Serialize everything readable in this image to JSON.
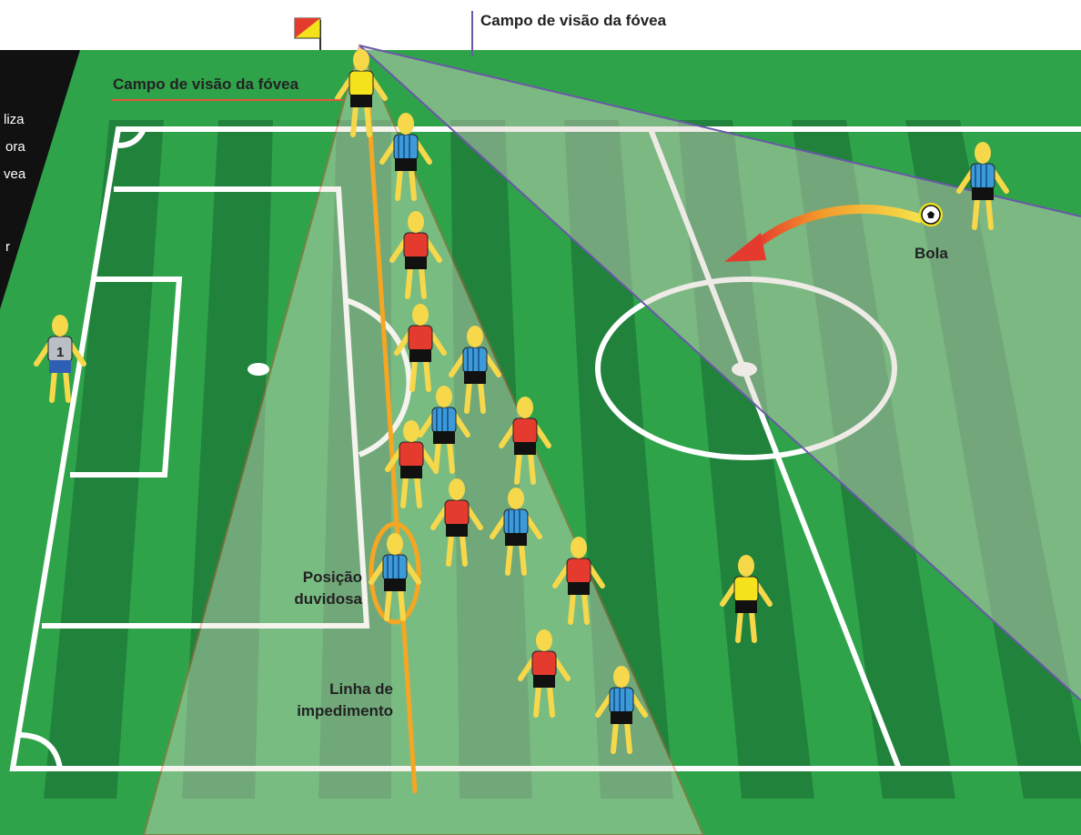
{
  "labels": {
    "top_fovea": "Campo de visão da fóvea",
    "left_fovea": "Campo de visão da fóvea",
    "ball": "Bola",
    "doubtful_line1": "Posição",
    "doubtful_line2": "duvidosa",
    "offside_line1": "Linha de",
    "offside_line2": "impedimento",
    "side_text": [
      "liza",
      "ora",
      "vea",
      "r"
    ],
    "goalkeeper_number": "1"
  },
  "colors": {
    "grass_light": "#2fa34a",
    "grass_dark": "#1f7d3a",
    "line_white": "#ffffff",
    "fovea_cone": "#d9d2c8",
    "offside_line": "#f5a623",
    "team_red": "#e53a2e",
    "team_blue": "#3d9ad8",
    "referee_yellow": "#f4e21c",
    "goalkeeper_grey": "#b9bfc4",
    "skin": "#f6d84a"
  },
  "icons": {
    "flag": "corner-flag-icon",
    "ball": "soccer-ball-icon",
    "arrow": "ball-trajectory-arrow-icon"
  }
}
